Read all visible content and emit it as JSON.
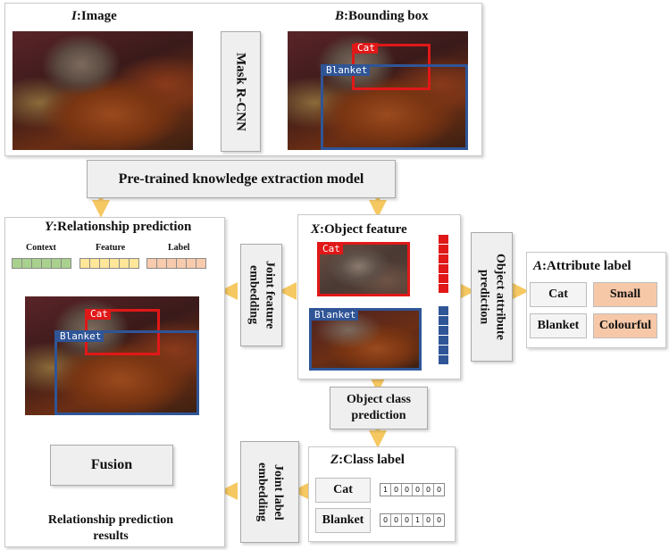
{
  "top": {
    "image_title_var": "I",
    "image_title_text": ":Image",
    "bbox_title_var": "B",
    "bbox_title_text": ":Bounding box",
    "mask_rcnn": "Mask R-CNN",
    "cat_tag": "Cat",
    "blanket_tag": "Blanket"
  },
  "pretrained": "Pre-trained knowledge extraction model",
  "relationship": {
    "title_var": "Y",
    "title_text": ":Relationship prediction",
    "context": "Context",
    "feature": "Feature",
    "label": "Label",
    "cat_tag": "Cat",
    "blanket_tag": "Blanket",
    "fusion": "Fusion",
    "result_line1": "Relationship prediction",
    "result_line2": "results"
  },
  "joint_feature": "Joint feature embedding",
  "object_feature": {
    "title_var": "X",
    "title_text": ":Object feature",
    "cat_tag": "Cat",
    "blanket_tag": "Blanket"
  },
  "attr_pred": "Object attribute prediction",
  "attribute": {
    "title_var": "A",
    "title_text": ":Attribute label",
    "cat": "Cat",
    "small": "Small",
    "blanket": "Blanket",
    "colourful": "Colourful"
  },
  "class_pred_line1": "Object class",
  "class_pred_line2": "prediction",
  "joint_label": "Joint label embedding",
  "class_label": {
    "title_var": "Z",
    "title_text": ":Class label",
    "cat": "Cat",
    "blanket": "Blanket",
    "cat_onehot": [
      "1",
      "0",
      "0",
      "0",
      "0",
      "0"
    ],
    "blanket_onehot": [
      "0",
      "0",
      "0",
      "1",
      "0",
      "0"
    ]
  },
  "colors": {
    "arrow": "#f5c862",
    "red": "#e01818",
    "blue": "#2f5597",
    "context_green": "#a9d18e",
    "feature_yellow": "#ffe699",
    "label_orange": "#f8cbad",
    "attr_orange": "#f7c8a8"
  }
}
